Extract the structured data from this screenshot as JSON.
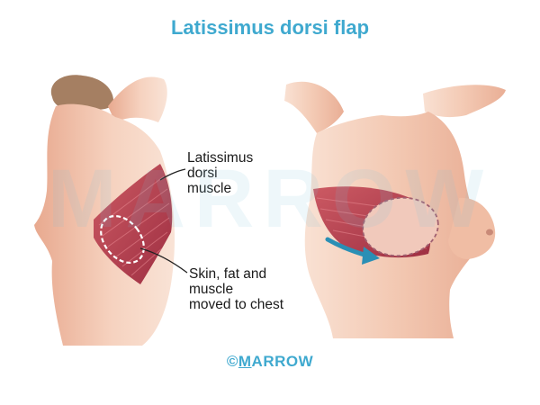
{
  "title": "Latissimus dorsi flap",
  "labels": {
    "latissimus": "Latissimus\ndorsi\nmuscle",
    "skin": "Skin, fat and\nmuscle\nmoved to chest"
  },
  "watermark": "MARROW",
  "credit": {
    "prefix": "©",
    "first_letter": "M",
    "rest": "ARROW"
  },
  "colors": {
    "title": "#3fa9cf",
    "skin": "#f2c4ad",
    "muscle": "#b8414f",
    "arrow": "#2a8fb5"
  }
}
